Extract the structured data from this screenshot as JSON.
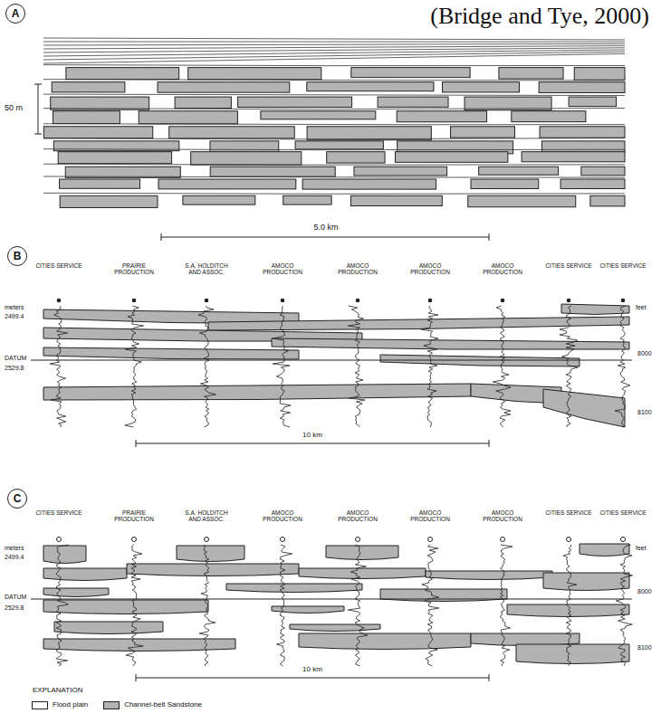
{
  "diagram": {
    "nodes": [
      {
        "text": [
          "A"
        ]
      },
      {
        "text": [
          "B"
        ]
      },
      {
        "text": [
          "C"
        ]
      }
    ],
    "labels": [
      "(Bridge and Tye, 2000)",
      "50 m",
      "5.0 km",
      "CITIES SERVICE",
      "PRAIRIE PRODUCTION",
      "S.A. HOLDITCH AND ASSOC.",
      "AMOCO PRODUCTION",
      "AMOCO PRODUCTION",
      "AMOCO PRODUCTION",
      "AMOCO PRODUCTION",
      "CITIES SERVICE",
      "CITIES SERVICE",
      "meters",
      "2499.4",
      "DATUM",
      "2529.8",
      "feet",
      "8000",
      "8100",
      "10 km",
      "CITIES SERVICE",
      "PRAIRIE PRODUCTION",
      "S.A. HOLDITCH AND ASSOC.",
      "AMOCO PRODUCTION",
      "AMOCO PRODUCTION",
      "AMOCO PRODUCTION",
      "AMOCO PRODUCTION",
      "CITIES SERVICE",
      "CITIES SERVICE",
      "meters",
      "2499.4",
      "DATUM",
      "2529.8",
      "feet",
      "8000",
      "8100",
      "10 km",
      "EXPLANATION"
    ],
    "legend": [
      {
        "text": "Flood plain",
        "color": "#ffffff"
      },
      {
        "text": "Channel-belt Sandstone",
        "color": "#b3b3b3"
      }
    ]
  }
}
